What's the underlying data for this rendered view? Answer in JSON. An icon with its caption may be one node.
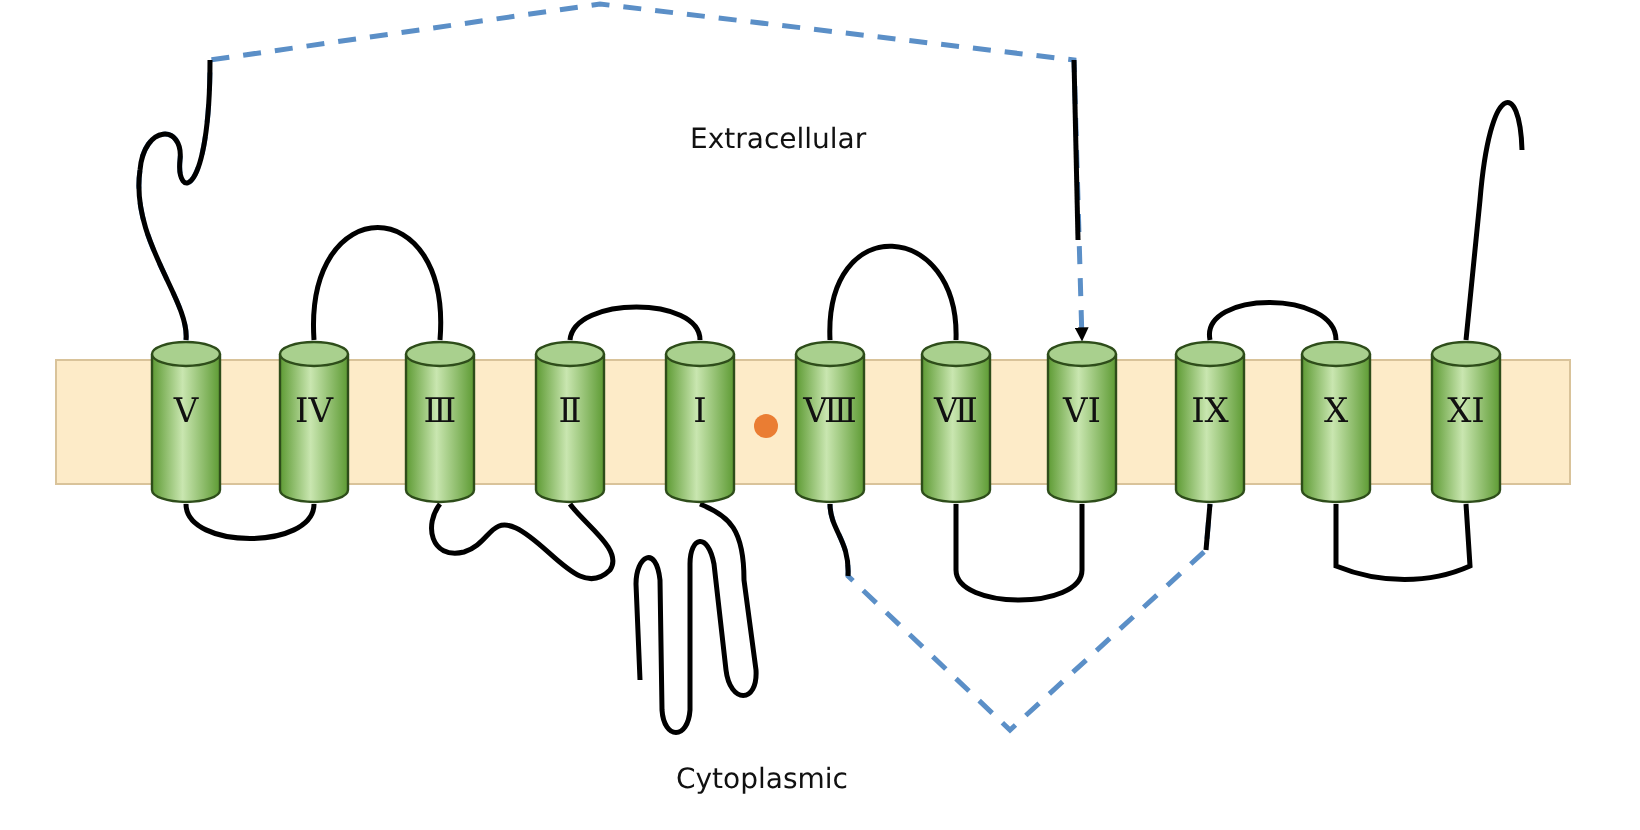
{
  "diagram": {
    "nodes": [
      {
        "text": [
          "V"
        ]
      },
      {
        "text": [
          "IV"
        ]
      },
      {
        "text": [
          "Ⅲ"
        ]
      },
      {
        "text": [
          "Ⅱ"
        ]
      },
      {
        "text": [
          "I"
        ]
      },
      {
        "text": [
          "Ⅷ"
        ]
      },
      {
        "text": [
          "Ⅶ"
        ]
      },
      {
        "text": [
          "VI"
        ]
      },
      {
        "text": [
          "IX"
        ]
      },
      {
        "text": [
          "X"
        ]
      },
      {
        "text": [
          "XI"
        ]
      }
    ],
    "edges": [
      {
        "from": 0,
        "to": 1,
        "arrow": "none"
      },
      {
        "from": 1,
        "to": 2,
        "arrow": "none"
      },
      {
        "from": 2,
        "to": 3,
        "arrow": "none"
      },
      {
        "from": 3,
        "to": 4,
        "arrow": "none"
      },
      {
        "from": 5,
        "to": 6,
        "arrow": "none"
      },
      {
        "from": 6,
        "to": 7,
        "arrow": "none"
      },
      {
        "from": 8,
        "to": 9,
        "arrow": "none"
      },
      {
        "from": 9,
        "to": 10,
        "arrow": "none"
      },
      {
        "from": 0,
        "to": 7,
        "arrow": "to",
        "style": "dashed",
        "color": "#5b8fc7"
      },
      {
        "from": 5,
        "to": 8,
        "arrow": "none",
        "style": "dashed",
        "color": "#5b8fc7"
      }
    ],
    "labels": [
      "Extracellular",
      "Cytoplasmic"
    ]
  }
}
